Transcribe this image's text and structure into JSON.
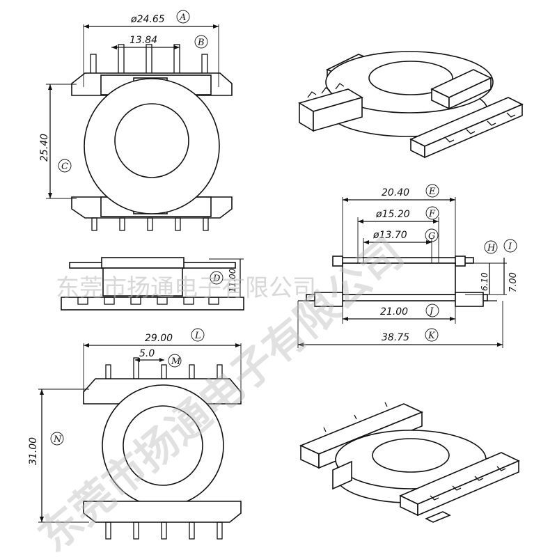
{
  "dimensions": {
    "A": {
      "letter": "A",
      "value": "ø24.65"
    },
    "B": {
      "letter": "B",
      "value": "13.84"
    },
    "C": {
      "letter": "C",
      "value": "25.40"
    },
    "D": {
      "letter": "D",
      "value": "11.00"
    },
    "E": {
      "letter": "E",
      "value": "20.40"
    },
    "F": {
      "letter": "F",
      "value": "ø15.20"
    },
    "G": {
      "letter": "G",
      "value": "ø13.70"
    },
    "H": {
      "letter": "H",
      "value": "6.10"
    },
    "I": {
      "letter": "I",
      "value": "7.00"
    },
    "J": {
      "letter": "J",
      "value": "21.00"
    },
    "K": {
      "letter": "K",
      "value": "38.75"
    },
    "L": {
      "letter": "L",
      "value": "29.00"
    },
    "M": {
      "letter": "M",
      "value": "5.0"
    },
    "N": {
      "letter": "N",
      "value": "31.00"
    }
  },
  "watermark": {
    "diagonal": "东莞市扬通电子有限公司",
    "horizontal": "东莞市扬通电子有限公司"
  }
}
